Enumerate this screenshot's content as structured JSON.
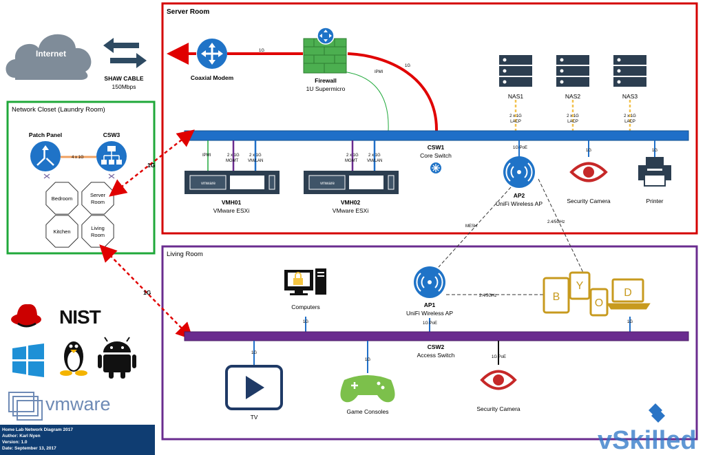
{
  "rooms": {
    "server_room": "Server Room",
    "network_closet": "Network Closet (Laundry Room)",
    "living_room": "Living Room"
  },
  "internet": {
    "label": "Internet",
    "isp_name": "SHAW CABLE",
    "isp_speed": "150Mbps"
  },
  "devices": {
    "modem": {
      "name": "Coaxial Modem"
    },
    "firewall": {
      "name": "Firewall",
      "model": "1U Supermicro"
    },
    "nas": [
      {
        "name": "NAS1"
      },
      {
        "name": "NAS2"
      },
      {
        "name": "NAS3"
      }
    ],
    "csw1": {
      "name": "CSW1",
      "role": "Core Switch"
    },
    "ap2": {
      "name": "AP2",
      "model": "UniFi Wireless AP"
    },
    "security_camera_server": {
      "name": "Security Camera"
    },
    "printer": {
      "name": "Printer"
    },
    "vmh01": {
      "name": "VMH01",
      "model": "VMware ESXi"
    },
    "vmh02": {
      "name": "VMH02",
      "model": "VMware ESXi"
    },
    "patch_panel": {
      "name": "Patch Panel"
    },
    "csw3": {
      "name": "CSW3"
    },
    "computers": {
      "name": "Computers"
    },
    "ap1": {
      "name": "AP1",
      "model": "UniFi Wireless AP"
    },
    "csw2": {
      "name": "CSW2",
      "role": "Access Switch"
    },
    "tv": {
      "name": "TV"
    },
    "game_consoles": {
      "name": "Game Consoles"
    },
    "security_camera_living": {
      "name": "Security Camera"
    },
    "byod": {
      "letters": [
        "B",
        "Y",
        "O",
        "D"
      ]
    }
  },
  "closet_rooms": [
    {
      "name": "Bedroom"
    },
    {
      "name": "Server Room"
    },
    {
      "name": "Kitchen"
    },
    {
      "name": "Living Room"
    }
  ],
  "links": {
    "modem_firewall": "1G",
    "firewall_csw1": "1G",
    "firewall_ipmi": "IPMI",
    "patch_csw3": "4 x 1G",
    "closet_server": "1G",
    "closet_living": "1G",
    "mesh": "MESH",
    "ap2_byod": "2.4/5GHz",
    "ap1_byod": "2.4/5GHz",
    "nas_lacp": "2 x 1G",
    "lacp": "LACP",
    "ap2_poe": "1G PoE",
    "cam_server": "1G",
    "printer": "1G",
    "vmh_ipmi": "IPMI",
    "vmh_mgmt": "2 x 1G",
    "mgmt": "MGMT",
    "vmh_vmlan": "2 x 1G",
    "vmlan": "VM/LAN",
    "computers": "1G",
    "ap1_poe": "1G PoE",
    "tv": "1G",
    "game": "1G",
    "cam_living": "1G PoE",
    "byod_link": "1G"
  },
  "vmware_badge": "vmware",
  "logos": {
    "nist": "NIST",
    "vmware": "vmware",
    "vskilled": "vSkilled"
  },
  "footer": {
    "title": "Home Lab Network Diagram 2017",
    "author": "Author: Karl Nyen",
    "version": "Version: 1.0",
    "date": "Date: September 13, 2017"
  },
  "colors": {
    "server_room_border": "#d40000",
    "closet_border": "#1fa83a",
    "living_room_border": "#6a2c8f",
    "csw1_bar": "#1f6fc8",
    "csw2_bar": "#6a2c8f",
    "wan_link": "#e00000",
    "device_blue": "#1f73c7",
    "lacp_link": "#f2c14e",
    "byod_gold": "#c79a1e"
  }
}
